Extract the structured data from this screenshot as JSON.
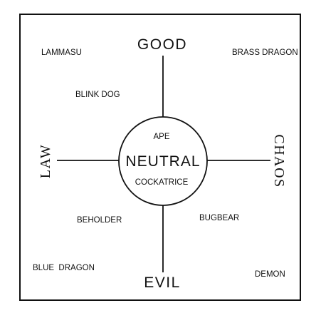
{
  "axes": {
    "good": "GOOD",
    "evil": "EVIL",
    "law": "LAW",
    "chaos": "CHAOS",
    "center": "NEUTRAL"
  },
  "center_entries": {
    "upper": "APE",
    "lower": "COCKATRICE"
  },
  "creatures": {
    "lammasu": "LAMMASU",
    "brass_dragon": "BRASS DRAGON",
    "blink_dog": "BLINK DOG",
    "beholder": "BEHOLDER",
    "bugbear": "BUGBEAR",
    "blue_dragon": "BLUE  DRAGON",
    "demon": "DEMON"
  },
  "colors": {
    "ink": "#111111",
    "background": "#ffffff"
  }
}
